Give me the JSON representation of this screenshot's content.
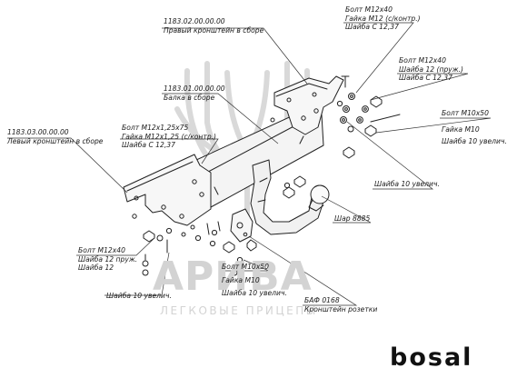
{
  "watermark": {
    "brand": "АРИВА",
    "subtitle": "ЛЕГКОВЫЕ ПРИЦЕПЫ",
    "emblem": "antler-logo"
  },
  "brand_logo": "bosal",
  "callouts": {
    "right_bracket": [
      "1183.02.00.00.00",
      "Правый кронштейн в сборе"
    ],
    "beam": [
      "1183.01.00.00.00",
      "Балка в сборе"
    ],
    "left_bracket": [
      "1183.03.00.00.00",
      "Левый кронштейн в сборе"
    ],
    "bolt_nut_m12x1_25": [
      "Болт  M12x1,25x75",
      "Гайка M12x1,25 (с/контр.)",
      "Шайба С 12,37"
    ],
    "top_m12_nut": [
      "Болт  M12x40",
      "Гайка M12 (с/контр.)",
      "Шайба С 12,37"
    ],
    "right_m12_spring": [
      "Болт  M12x40",
      "Шайба 12 (пруж.)",
      "Шайба С 12,37"
    ],
    "m10_right": [
      "Болт  M10x50",
      "Гайка M10",
      "Шайба 10 увелич."
    ],
    "washer_10_right": [
      "Шайба 10 увелич."
    ],
    "ball": [
      "Шар 8885"
    ],
    "left_m12_spring": [
      "Болт  M12x40",
      "Шайба 12 пруж.",
      "Шайба 12"
    ],
    "washer_10_left": [
      "Шайба 10 увелич."
    ],
    "m10_bottom": [
      "Болт  M10x50",
      "Гайка M10",
      "Шайба 10 увелич."
    ],
    "socket_bracket": [
      "БАФ 0168",
      "Кронштейн розетки"
    ]
  }
}
